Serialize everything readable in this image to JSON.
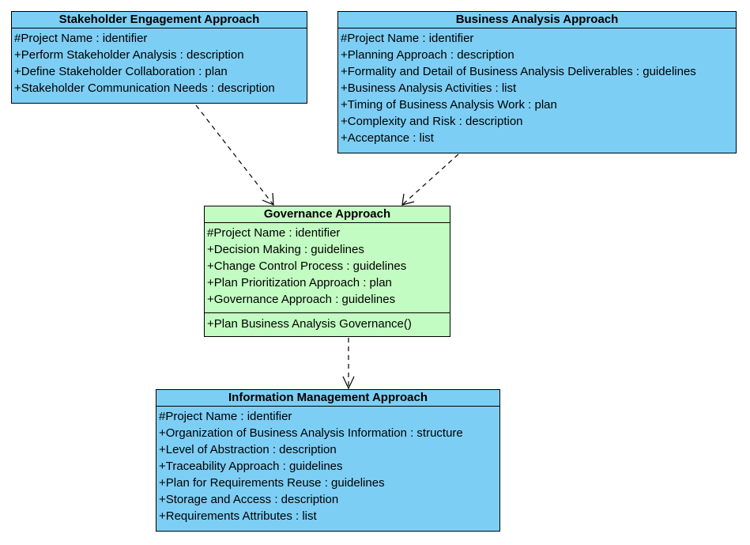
{
  "classes": {
    "stakeholder": {
      "name": "Stakeholder Engagement Approach",
      "attributes": [
        "#Project Name : identifier",
        "+Perform Stakeholder Analysis : description",
        "+Define Stakeholder Collaboration : plan",
        "+Stakeholder Communication Needs : description"
      ],
      "color": "#7dcef4"
    },
    "business": {
      "name": "Business Analysis Approach",
      "attributes": [
        "#Project Name : identifier",
        "+Planning Approach : description",
        "+Formality and Detail of Business Analysis Deliverables : guidelines",
        "+Business Analysis Activities : list",
        "+Timing of Business Analysis Work : plan",
        "+Complexity and Risk : description",
        "+Acceptance : list"
      ],
      "color": "#7dcef4"
    },
    "governance": {
      "name": "Governance Approach",
      "attributes": [
        "#Project Name : identifier",
        "+Decision Making : guidelines",
        "+Change Control Process : guidelines",
        "+Plan Prioritization Approach : plan",
        "+Governance Approach : guidelines"
      ],
      "operations": [
        "+Plan Business Analysis Governance()"
      ],
      "color": "#c2fcc2"
    },
    "information": {
      "name": "Information Management Approach",
      "attributes": [
        "#Project Name : identifier",
        "+Organization of Business Analysis Information : structure",
        "+Level of Abstraction : description",
        "+Traceability Approach : guidelines",
        "+Plan for Requirements Reuse : guidelines",
        "+Storage and Access : description",
        "+Requirements Attributes : list"
      ],
      "color": "#7dcef4"
    }
  },
  "relationships": [
    {
      "from": "stakeholder",
      "to": "governance",
      "type": "dependency"
    },
    {
      "from": "business",
      "to": "governance",
      "type": "dependency"
    },
    {
      "from": "governance",
      "to": "information",
      "type": "dependency"
    }
  ]
}
